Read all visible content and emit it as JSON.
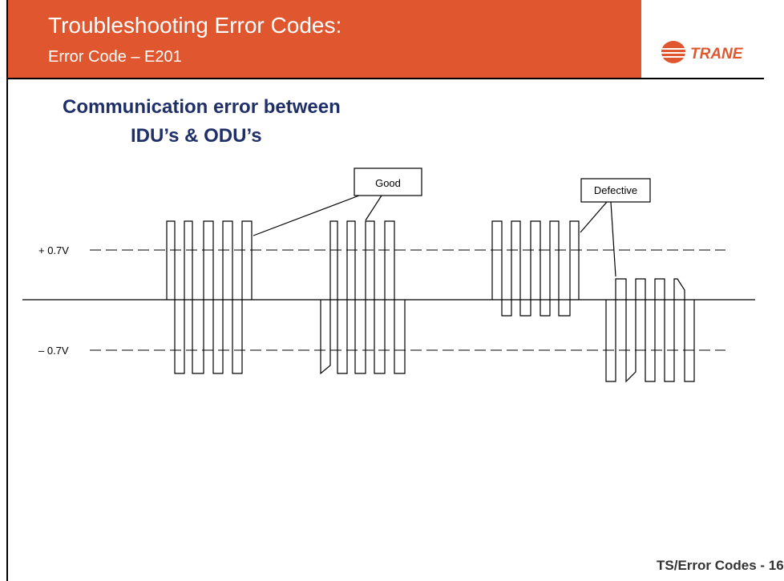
{
  "slide": {
    "title": "Troubleshooting Error Codes:",
    "subtitle": "Error Code – E201",
    "logo_text": "TRANE",
    "heading_line1": "Communication error between",
    "heading_line2": "IDU’s & ODU’s",
    "footer": "TS/Error Codes - 16"
  },
  "diagram": {
    "level_pos_label": "+ 0.7V",
    "level_neg_label": "– 0.7V",
    "good_label": "Good",
    "defective_label": "Defective"
  },
  "colors": {
    "header_bg": "#e0572f",
    "heading_text": "#1f2f68",
    "header_text": "#ffffff"
  }
}
